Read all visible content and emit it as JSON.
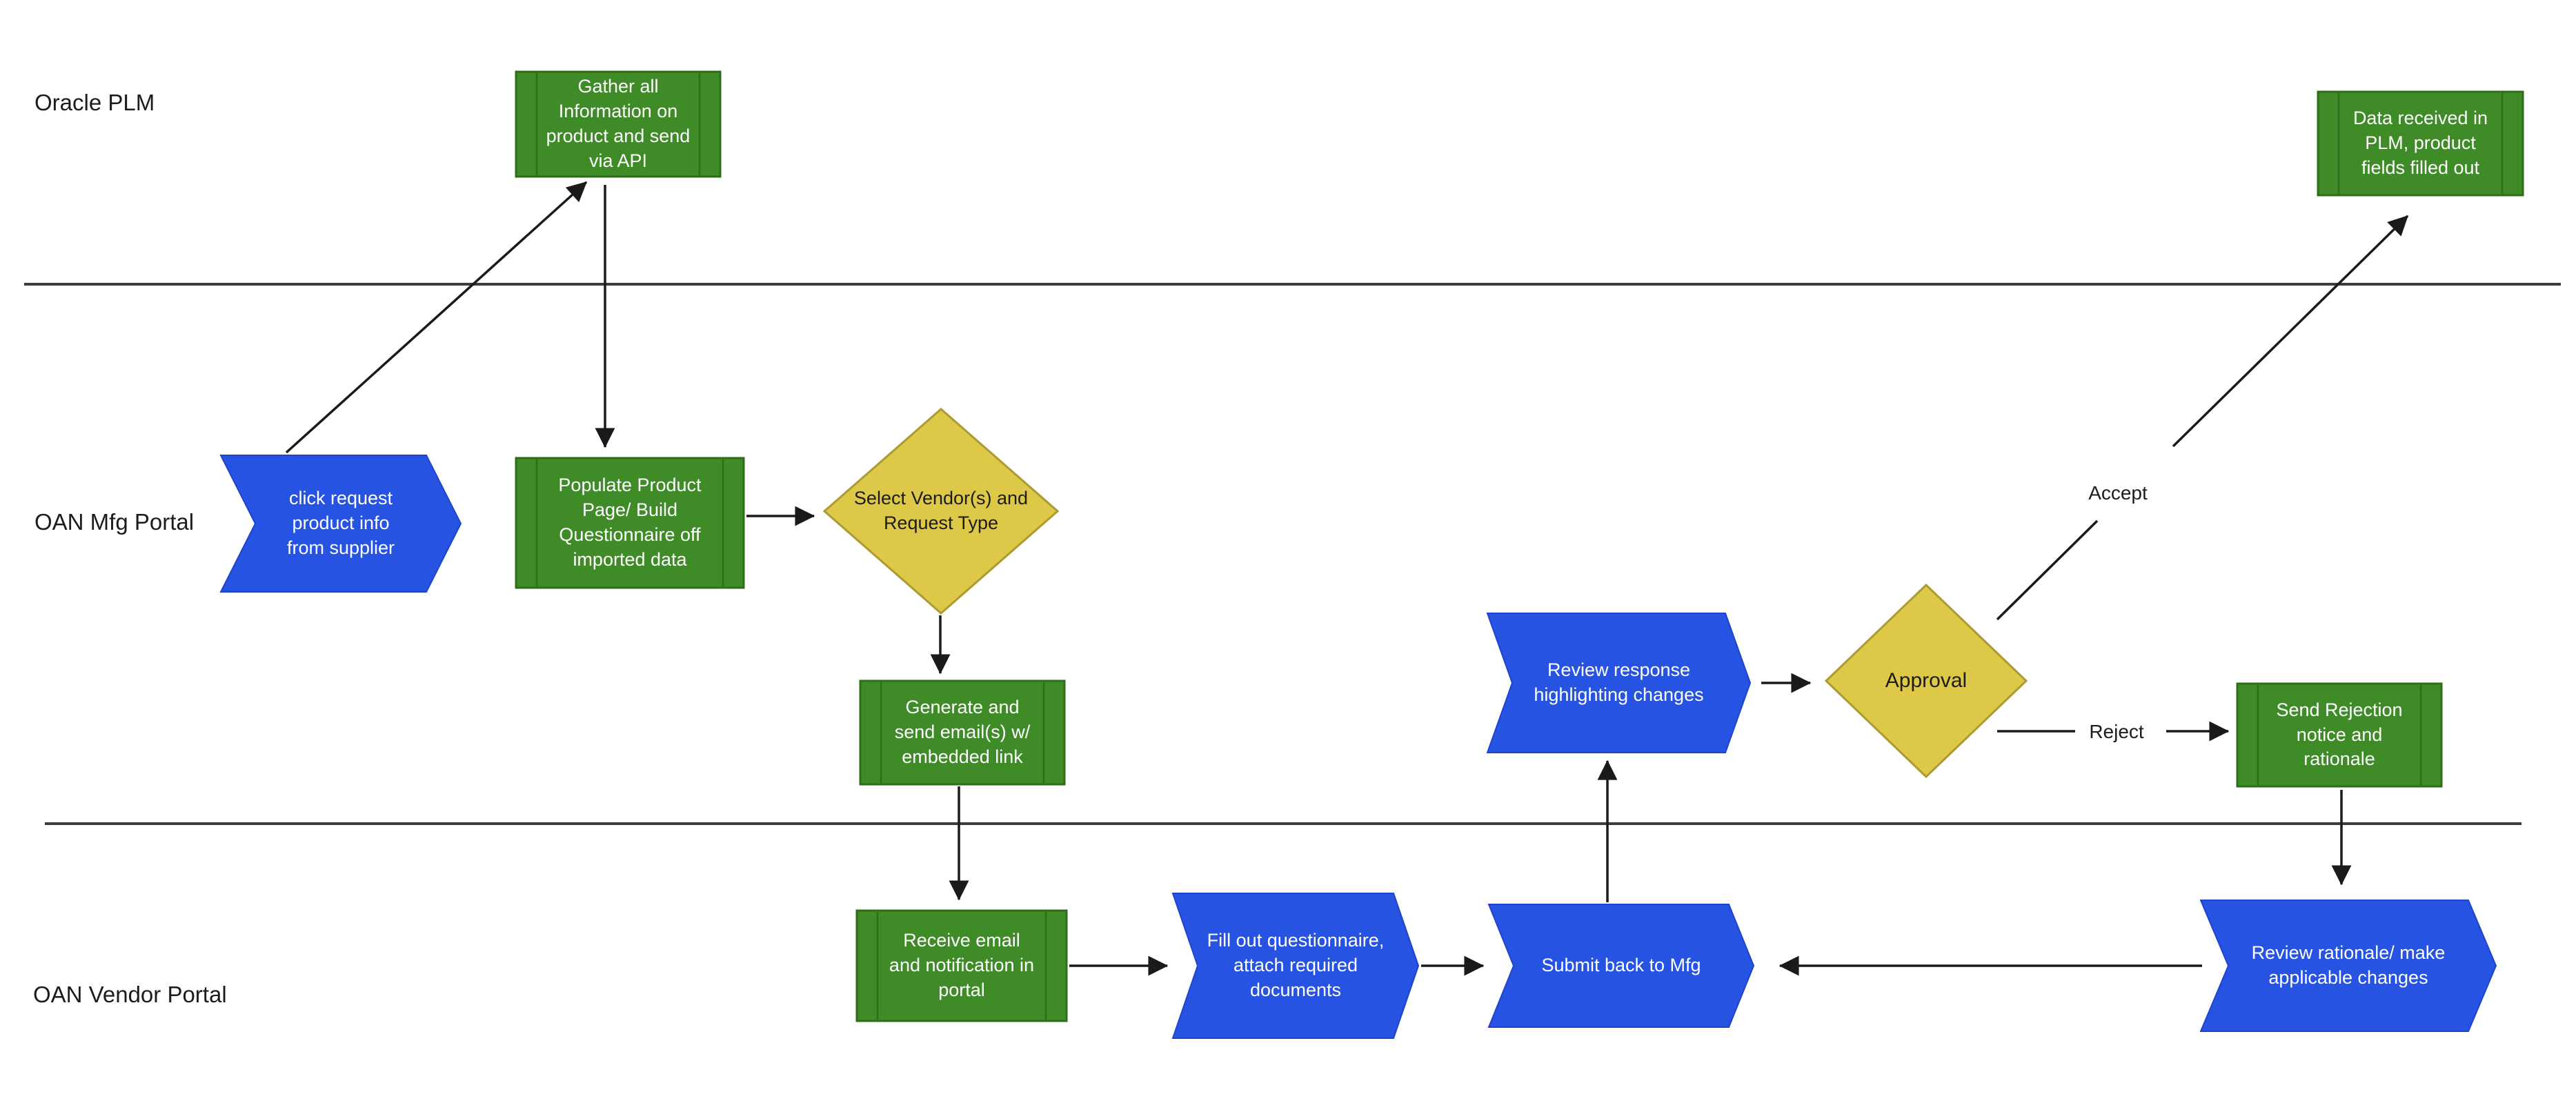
{
  "diagram_type": "swimlane-flowchart",
  "lanes": [
    {
      "label": "Oracle PLM"
    },
    {
      "label": "OAN Mfg Portal"
    },
    {
      "label": "OAN Vendor Portal"
    }
  ],
  "nodes": {
    "gather_info": {
      "label": "Gather all\nInformation on\nproduct and send\nvia API",
      "shape": "subprocess",
      "color_key": "process_green"
    },
    "data_received": {
      "label": "Data received in\nPLM, product\nfields filled out",
      "shape": "subprocess",
      "color_key": "process_green"
    },
    "click_request": {
      "label": "click request\nproduct info\nfrom supplier",
      "shape": "chevron",
      "color_key": "action_blue"
    },
    "populate_page": {
      "label": "Populate Product\nPage/ Build\nQuestionnaire off\nimported data",
      "shape": "subprocess",
      "color_key": "process_green"
    },
    "select_vendor": {
      "label": "Select Vendor(s) and\nRequest Type",
      "shape": "decision",
      "color_key": "decision_yellow"
    },
    "generate_email": {
      "label": "Generate and\nsend email(s) w/\nembedded link",
      "shape": "subprocess",
      "color_key": "process_green"
    },
    "review_response": {
      "label": "Review response\nhighlighting changes",
      "shape": "chevron",
      "color_key": "action_blue"
    },
    "approval": {
      "label": "Approval",
      "shape": "decision",
      "color_key": "decision_yellow"
    },
    "send_rejection": {
      "label": "Send Rejection\nnotice and\nrationale",
      "shape": "subprocess",
      "color_key": "process_green"
    },
    "receive_email": {
      "label": "Receive email\nand notification in\nportal",
      "shape": "subprocess",
      "color_key": "process_green"
    },
    "fill_questionnaire": {
      "label": "Fill out questionnaire,\nattach required\ndocuments",
      "shape": "chevron",
      "color_key": "action_blue"
    },
    "submit_back": {
      "label": "Submit back to Mfg",
      "shape": "chevron",
      "color_key": "action_blue"
    },
    "review_rationale": {
      "label": "Review rationale/ make\napplicable changes",
      "shape": "chevron",
      "color_key": "action_blue"
    }
  },
  "edge_labels": {
    "accept": "Accept",
    "reject": "Reject"
  },
  "colors": {
    "process_green": "#3e8b27",
    "process_green_border": "#2e6e1a",
    "action_blue": "#2653e1",
    "action_blue_border": "#1f44cc",
    "decision_yellow": "#ddc847",
    "decision_yellow_border": "#ac9b33",
    "connector_color": "#1a1a1a",
    "lane_line_color": "#3d3d3d",
    "text_on_fill": "#ffffff",
    "text_dark": "#1c1c1c",
    "canvas_bg": "#ffffff"
  }
}
